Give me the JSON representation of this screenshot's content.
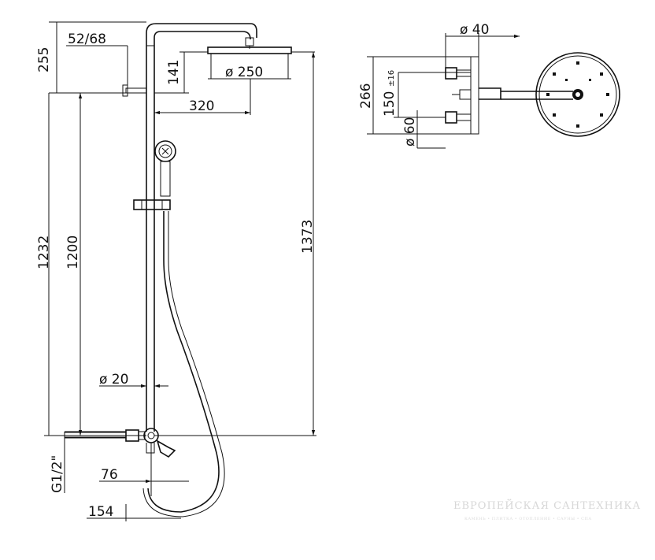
{
  "dimensions": {
    "d255": "255",
    "d52_68": "52/68",
    "d141": "141",
    "d250": "ø 250",
    "d320": "320",
    "d1232": "1232",
    "d1200": "1200",
    "d1373": "1373",
    "d20": "ø 20",
    "dG12": "G1/2\"",
    "d76": "76",
    "d154": "154",
    "d40": "ø 40",
    "d266": "266",
    "d150": "150",
    "d150tol": "±16",
    "d60": "ø 60"
  },
  "watermark": {
    "title": "ЕВРОПЕЙСКАЯ САНТЕХНИКА",
    "subtitle": "КАМЕНЬ • ПЛИТКА • ОТОПЛЕНИЕ • САУНЫ • СПА"
  },
  "colors": {
    "line": "#111111",
    "background": "#ffffff",
    "watermark": "#d7d7d7"
  }
}
